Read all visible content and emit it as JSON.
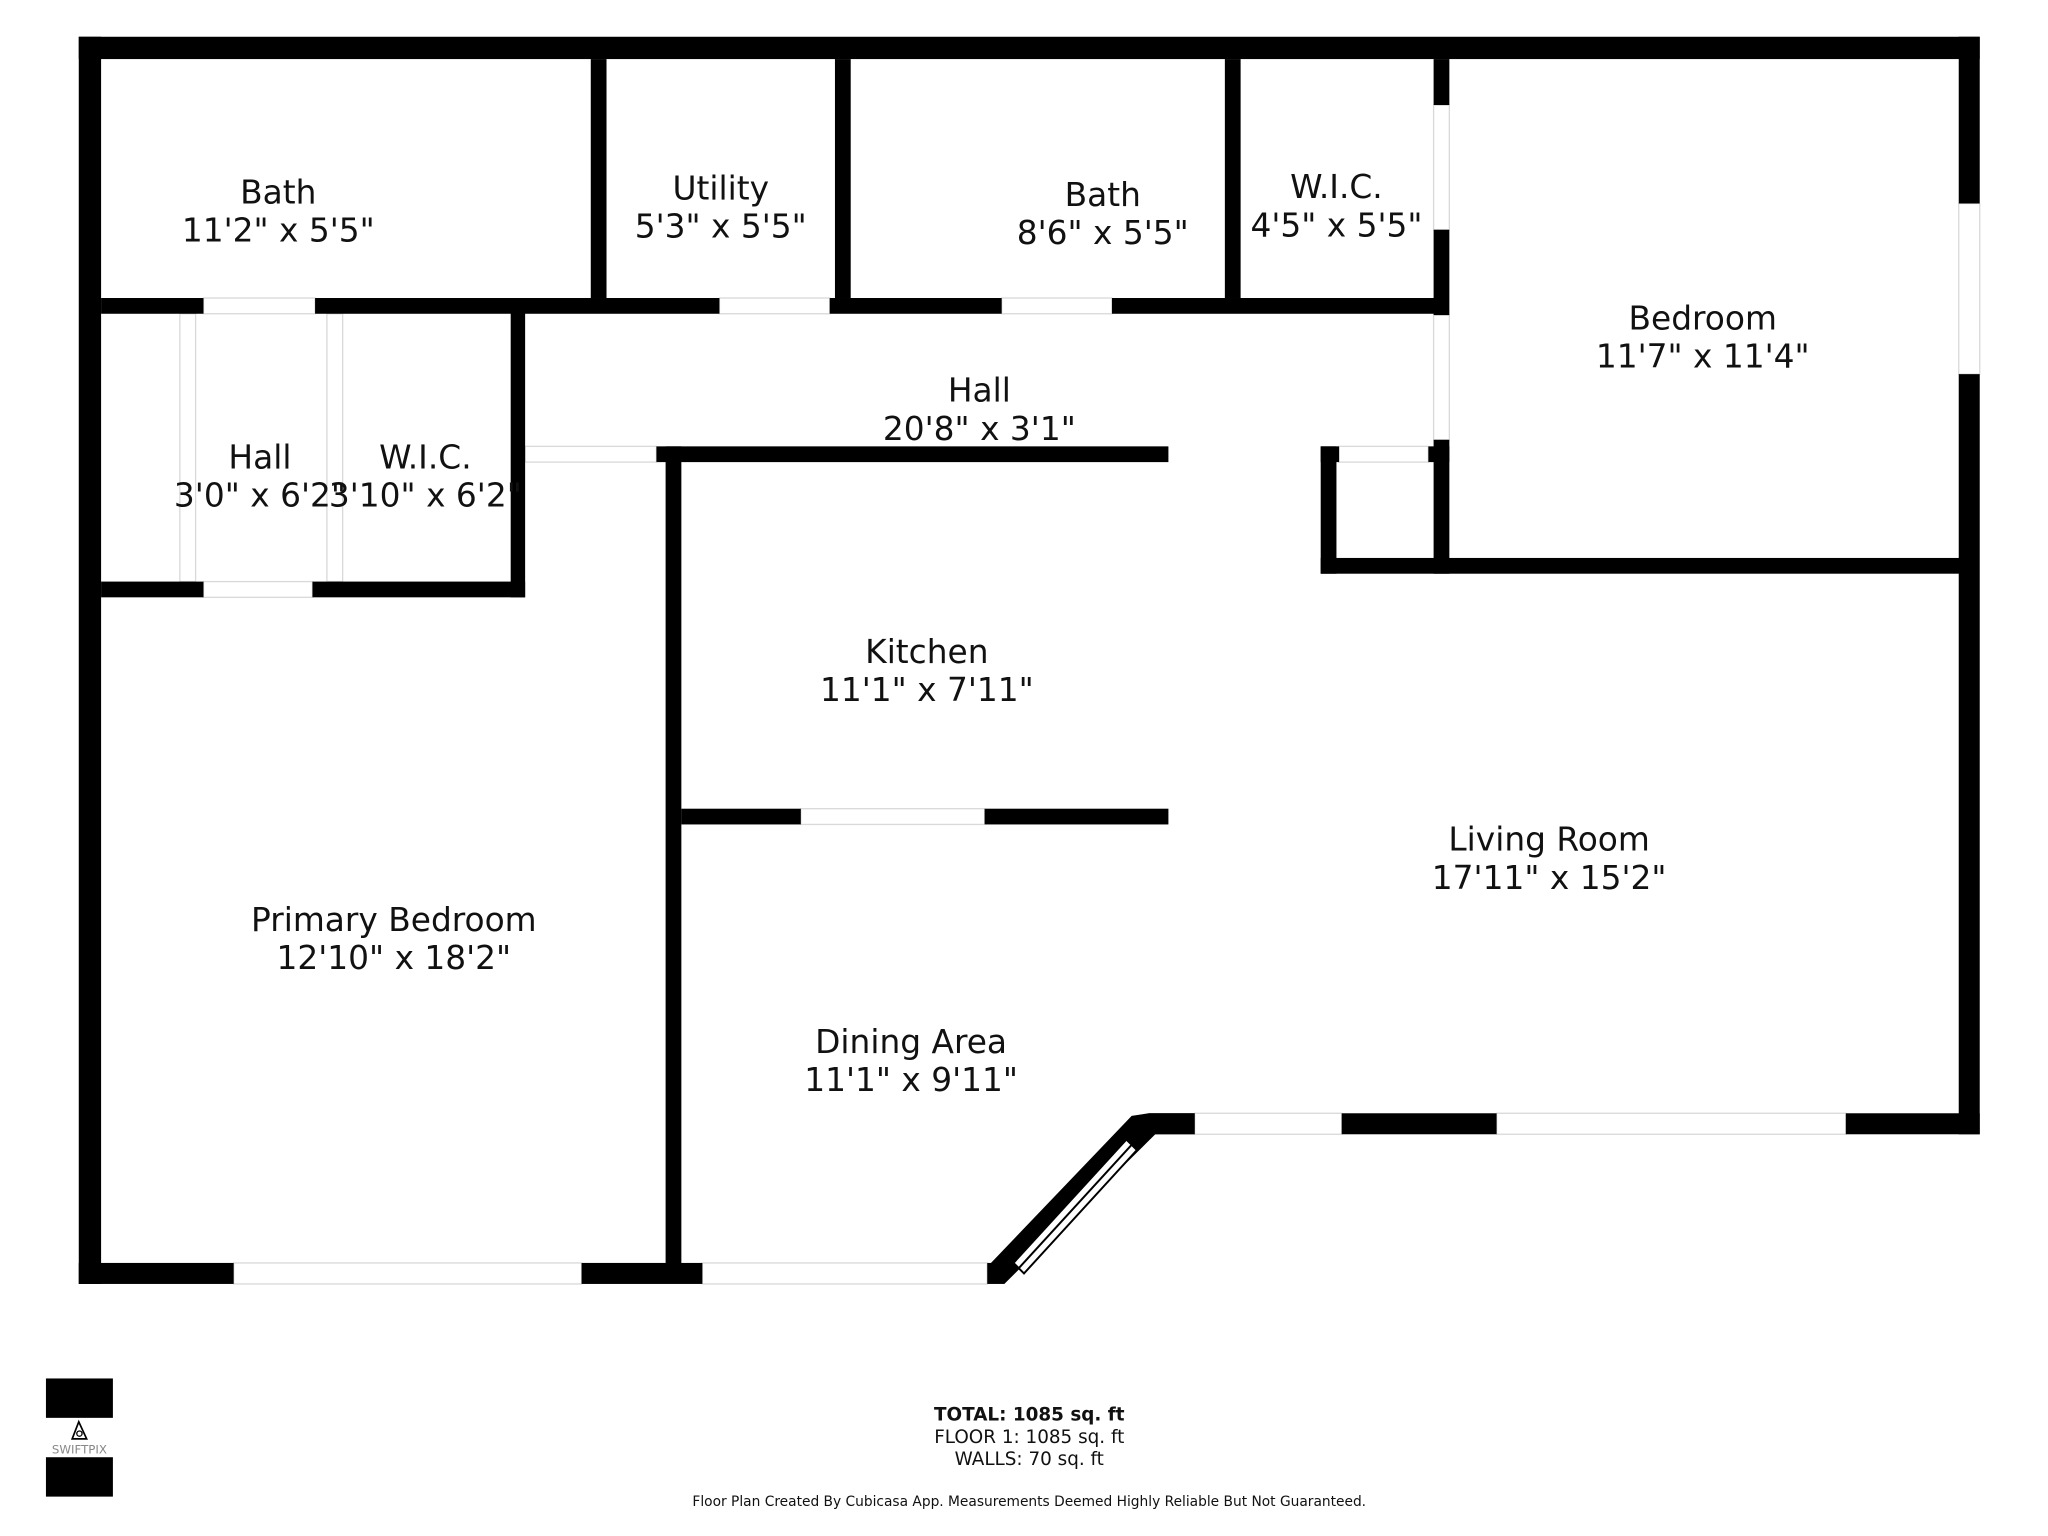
{
  "rooms": [
    {
      "name": "Bath",
      "dims": "11'2\" x 5'5\""
    },
    {
      "name": "Utility",
      "dims": "5'3\" x 5'5\""
    },
    {
      "name": "Bath",
      "dims": "8'6\" x 5'5\""
    },
    {
      "name": "W.I.C.",
      "dims": "4'5\" x 5'5\""
    },
    {
      "name": "Bedroom",
      "dims": "11'7\" x 11'4\""
    },
    {
      "name": "Hall",
      "dims": "20'8\" x 3'1\""
    },
    {
      "name": "Hall",
      "dims": "3'0\" x 6'2\""
    },
    {
      "name": "W.I.C.",
      "dims": "3'10\" x 6'2\""
    },
    {
      "name": "Kitchen",
      "dims": "11'1\" x 7'11\""
    },
    {
      "name": "Living Room",
      "dims": "17'11\" x 15'2\""
    },
    {
      "name": "Primary Bedroom",
      "dims": "12'10\" x 18'2\""
    },
    {
      "name": "Dining Area",
      "dims": "11'1\" x 9'11\""
    }
  ],
  "summary": {
    "total": "TOTAL: 1085 sq. ft",
    "floor1": "FLOOR 1: 1085 sq. ft",
    "walls": "WALLS: 70 sq. ft",
    "disclaimer": "Floor Plan Created By Cubicasa App. Measurements Deemed Highly Reliable But Not Guaranteed."
  },
  "logo": {
    "text": "SWIFTPIX",
    "icon": "house-camera-icon"
  },
  "colors": {
    "wall": "#000000",
    "background": "#ffffff",
    "opening": "#d9d9d9"
  }
}
